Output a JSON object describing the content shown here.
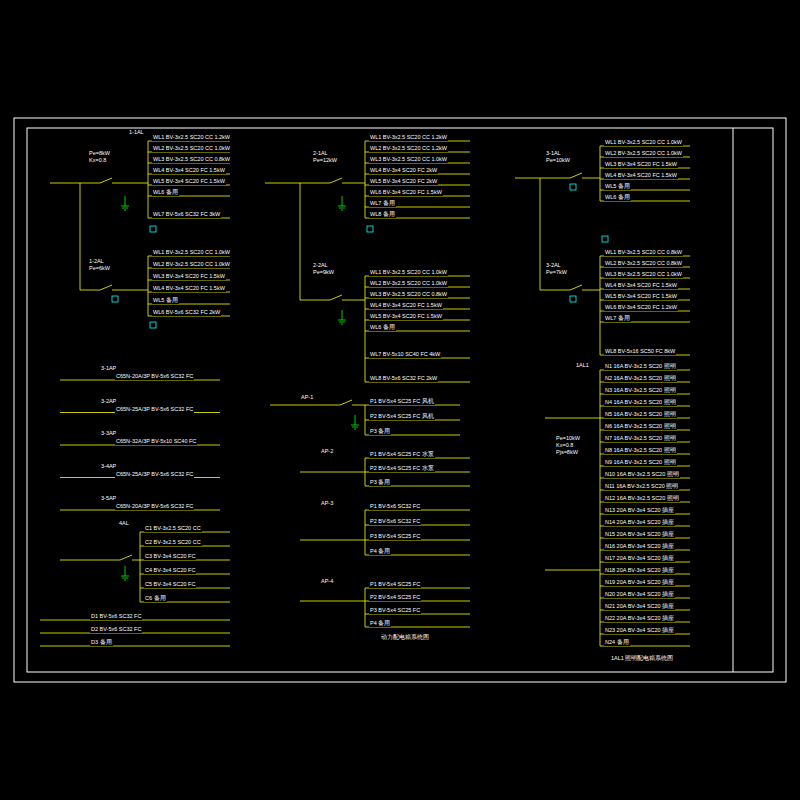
{
  "diagram": {
    "labels": [
      "1-1AL",
      "Pe=8kW",
      "Kx=0.8",
      "WL1 BV-3x2.5 SC20 CC 1.2kW",
      "WL2 BV-3x2.5 SC20 CC 1.0kW",
      "WL3 BV-3x2.5 SC20 CC 0.8kW",
      "WL4 BV-3x4 SC20 FC 1.5kW",
      "WL5 BV-3x4 SC20 FC 1.5kW",
      "WL6 备用",
      "WL7 BV-5x6 SC32 FC 3kW",
      "1-2AL",
      "Pe=6kW",
      "WL1 BV-3x2.5 SC20 CC 1.0kW",
      "WL2 BV-3x2.5 SC20 CC 1.0kW",
      "WL3 BV-3x4 SC20 FC 1.5kW",
      "WL4 BV-3x4 SC20 FC 1.5kW",
      "WL5 备用",
      "WL6 BV-5x6 SC32 FC 2kW",
      "2-1AL",
      "Pe=12kW",
      "WL1 BV-3x2.5 SC20 CC 1.2kW",
      "WL2 BV-3x2.5 SC20 CC 1.2kW",
      "WL3 BV-3x2.5 SC20 CC 1.0kW",
      "WL4 BV-3x4 SC20 FC 2kW",
      "WL5 BV-3x4 SC20 FC 2kW",
      "WL6 BV-3x4 SC20 FC 1.5kW",
      "WL7 备用",
      "WL8 备用",
      "2-2AL",
      "Pe=9kW",
      "WL1 BV-3x2.5 SC20 CC 1.0kW",
      "WL2 BV-3x2.5 SC20 CC 1.0kW",
      "WL3 BV-3x2.5 SC20 CC 0.8kW",
      "WL4 BV-3x4 SC20 FC 1.5kW",
      "WL5 BV-3x4 SC20 FC 1.5kW",
      "WL6 备用",
      "WL7 BV-5x10 SC40 FC 4kW",
      "WL8 BV-5x6 SC32 FC 2kW",
      "3-1AL",
      "Pe=10kW",
      "WL1 BV-3x2.5 SC20 CC 1.0kW",
      "WL2 BV-3x2.5 SC20 CC 1.0kW",
      "WL3 BV-3x4 SC20 FC 1.5kW",
      "WL4 BV-3x4 SC20 FC 1.5kW",
      "WL5 备用",
      "WL6 备用",
      "3-2AL",
      "Pe=7kW",
      "WL1 BV-3x2.5 SC20 CC 0.8kW",
      "WL2 BV-3x2.5 SC20 CC 0.8kW",
      "WL3 BV-3x2.5 SC20 CC 1.0kW",
      "WL4 BV-3x4 SC20 FC 1.5kW",
      "WL5 BV-3x4 SC20 FC 1.5kW",
      "WL6 BV-3x4 SC20 FC 1.2kW",
      "WL7 备用",
      "WL8 BV-5x16 SC50 FC 8kW",
      "1AL1",
      "N1 16A BV-3x2.5 SC20 照明",
      "N2 16A BV-3x2.5 SC20 照明",
      "N3 16A BV-3x2.5 SC20 照明",
      "N4 16A BV-3x2.5 SC20 照明",
      "N5 16A BV-3x2.5 SC20 照明",
      "N6 16A BV-3x2.5 SC20 照明",
      "N7 16A BV-3x2.5 SC20 照明",
      "N8 16A BV-3x2.5 SC20 照明",
      "N9 16A BV-3x2.5 SC20 照明",
      "N10 16A BV-3x2.5 SC20 照明",
      "N11 16A BV-3x2.5 SC20 照明",
      "N12 16A BV-3x2.5 SC20 照明",
      "N13 20A BV-3x4 SC20 插座",
      "N14 20A BV-3x4 SC20 插座",
      "N15 20A BV-3x4 SC20 插座",
      "N16 20A BV-3x4 SC20 插座",
      "N17 20A BV-3x4 SC20 插座",
      "N18 20A BV-3x4 SC20 插座",
      "N19 20A BV-3x4 SC20 插座",
      "N20 20A BV-3x4 SC20 插座",
      "N21 20A BV-3x4 SC20 插座",
      "N22 20A BV-3x4 SC20 插座",
      "N23 20A BV-3x4 SC20 插座",
      "N24 备用",
      "Pe=10kW",
      "Kx=0.8",
      "Pjs=8kW",
      "1AL1 照明配电箱系统图",
      "3-1AP",
      "3-2AP",
      "3-3AP",
      "3-4AP",
      "3-5AP",
      "C65N-20A/3P BV-5x6 SC32 FC",
      "C65N-25A/3P BV-5x6 SC32 FC",
      "C65N-32A/3P BV-5x10 SC40 FC",
      "C65N-25A/3P BV-5x6 SC32 FC",
      "C65N-20A/3P BV-5x6 SC32 FC",
      "4AL",
      "C1 BV-3x2.5 SC20 CC",
      "C2 BV-3x2.5 SC20 CC",
      "C3 BV-3x4 SC20 FC",
      "C4 BV-3x4 SC20 FC",
      "C5 BV-3x4 SC20 FC",
      "C6 备用",
      "D1 BV-5x6 SC32 FC",
      "D2 BV-5x6 SC32 FC",
      "D3 备用",
      "AP-1",
      "P1 BV-5x4 SC25 FC 风机",
      "P2 BV-5x4 SC25 FC 风机",
      "P3 备用",
      "AP-2",
      "P1 BV-5x4 SC25 FC 水泵",
      "P2 BV-5x4 SC25 FC 水泵",
      "P3 备用",
      "AP-3",
      "P1 BV-5x6 SC32 FC",
      "P2 BV-5x6 SC32 FC",
      "P3 BV-5x4 SC25 FC",
      "P4 备用",
      "AP-4",
      "P1 BV-5x4 SC25 FC",
      "P2 BV-5x4 SC25 FC",
      "P3 BV-5x4 SC25 FC",
      "P4 备用",
      "动力配电箱系统图"
    ]
  }
}
